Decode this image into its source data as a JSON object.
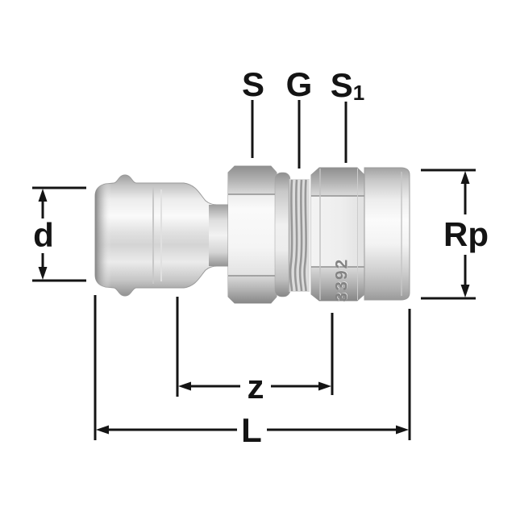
{
  "drawing": {
    "title_hint": "press-fitting adapter technical drawing",
    "labels": {
      "s": "S",
      "g": "G",
      "s1_base": "S",
      "s1_sub": "1",
      "d": "d",
      "rp": "Rp",
      "z": "z",
      "l": "L"
    },
    "marking": "3392",
    "colors": {
      "line": "#141414",
      "background": "#ffffff",
      "metal_light": "#f5f5f5",
      "metal_mid": "#c9c9c9",
      "metal_dark": "#8f8f8f"
    }
  }
}
